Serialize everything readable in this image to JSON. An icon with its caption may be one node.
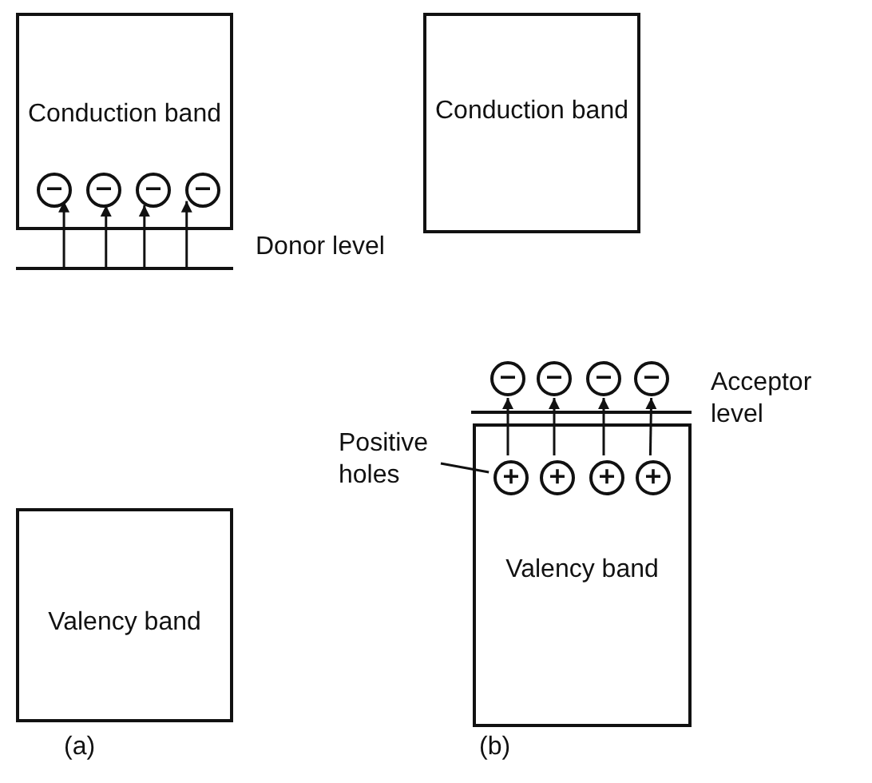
{
  "diagram": {
    "nodes": [
      {
        "text": [
          "Conduction band"
        ]
      },
      {
        "text": [],
        "shape": "circle",
        "in": 0
      },
      {
        "text": [],
        "shape": "circle",
        "in": 0
      },
      {
        "text": [],
        "shape": "circle",
        "in": 0
      },
      {
        "text": [],
        "shape": "circle",
        "in": 0
      },
      {
        "text": [],
        "shape": "bar",
        "beside": [
          "Donor level"
        ]
      },
      {
        "text": [
          "Valency band"
        ]
      },
      {
        "text": [
          "Conduction band"
        ]
      },
      {
        "text": [],
        "shape": "bar",
        "beside": [
          "Acceptor level"
        ]
      },
      {
        "text": [],
        "shape": "circle"
      },
      {
        "text": [],
        "shape": "circle"
      },
      {
        "text": [],
        "shape": "circle"
      },
      {
        "text": [],
        "shape": "circle"
      },
      {
        "text": [
          "Valency band"
        ]
      },
      {
        "text": [],
        "shape": "circle",
        "in": 13
      },
      {
        "text": [],
        "shape": "circle",
        "in": 13
      },
      {
        "text": [],
        "shape": "circle",
        "in": 13
      },
      {
        "text": [],
        "shape": "circle",
        "in": 13
      },
      {
        "text": [
          "Positive holes"
        ]
      }
    ],
    "edges": [
      {
        "from": 5,
        "to": 1,
        "arrow": "to"
      },
      {
        "from": 5,
        "to": 2,
        "arrow": "to"
      },
      {
        "from": 5,
        "to": 3,
        "arrow": "to"
      },
      {
        "from": 5,
        "to": 4,
        "arrow": "to"
      },
      {
        "from": 14,
        "to": 9,
        "arrow": "to"
      },
      {
        "from": 15,
        "to": 10,
        "arrow": "to"
      },
      {
        "from": 16,
        "to": 11,
        "arrow": "to"
      },
      {
        "from": 17,
        "to": 12,
        "arrow": "to"
      },
      {
        "from": 18,
        "to": 14,
        "arrow": "none"
      }
    ],
    "labels": [
      "(a)",
      "(b)"
    ]
  }
}
